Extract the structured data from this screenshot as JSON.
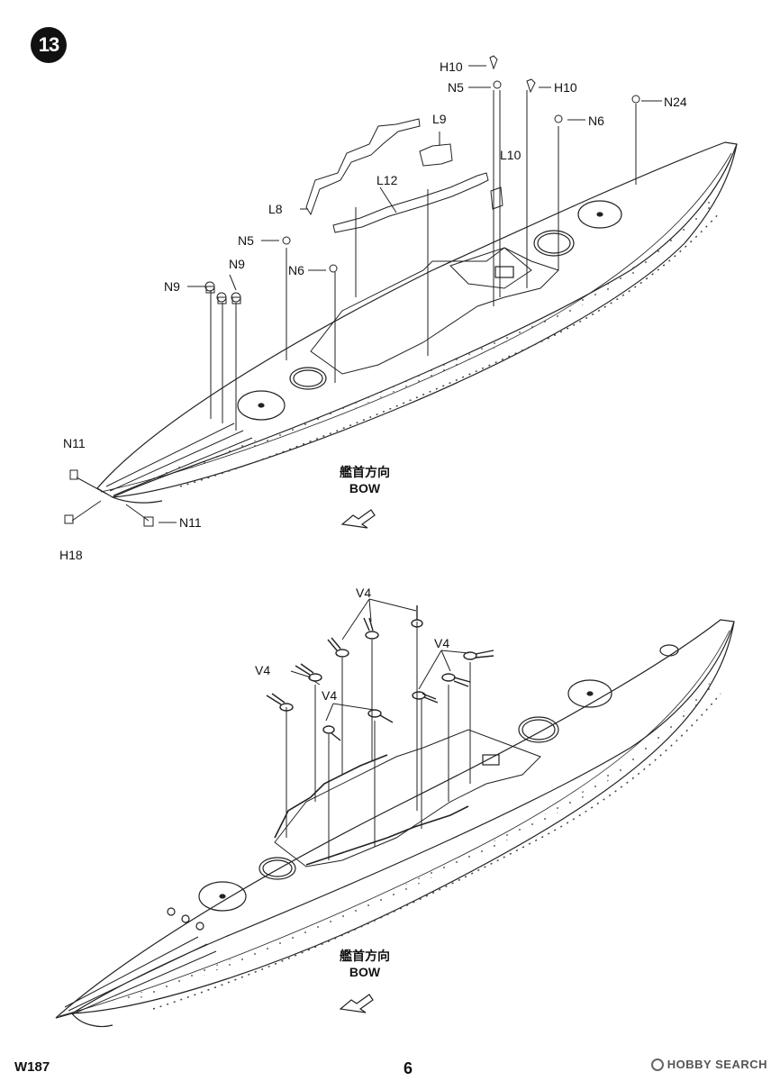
{
  "step_number": "13",
  "footer": {
    "code": "W187",
    "page": "6"
  },
  "watermark": "HOBBY SEARCH",
  "direction": {
    "jp": "艦首方向",
    "en": "BOW"
  },
  "top_labels": {
    "h10_a": "H10",
    "n5_a": "N5",
    "h10_b": "H10",
    "n24": "N24",
    "n6_a": "N6",
    "l9": "L9",
    "l10": "L10",
    "l12": "L12",
    "l8": "L8",
    "n5_b": "N5",
    "n6_b": "N6",
    "n9_a": "N9",
    "n9_b": "N9",
    "n11_a": "N11",
    "n11_b": "N11",
    "h18": "H18"
  },
  "bottom_labels": {
    "v4_a": "V4",
    "v4_b": "V4",
    "v4_c": "V4",
    "v4_d": "V4"
  }
}
